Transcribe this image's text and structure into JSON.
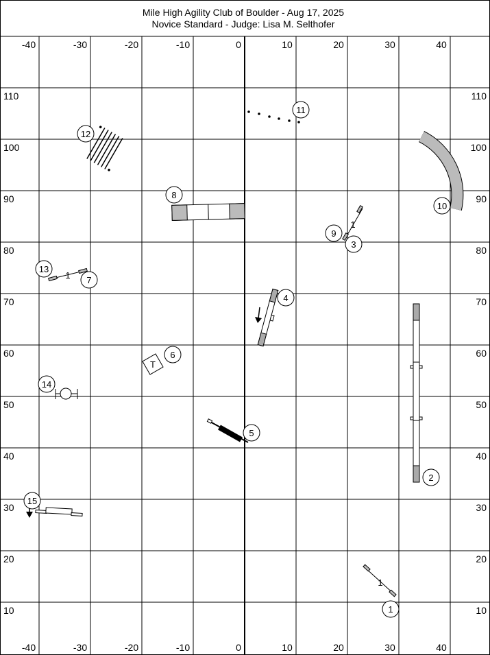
{
  "header": {
    "title_line1": "Mile High Agility Club of Boulder - Aug 17, 2025",
    "title_line2": "Novice Standard - Judge: Lisa M. Selthofer"
  },
  "axes": {
    "x_labels": [
      "-40",
      "-30",
      "-20",
      "-10",
      "0",
      "10",
      "20",
      "30",
      "40"
    ],
    "y_labels": [
      "110",
      "100",
      "90",
      "80",
      "70",
      "60",
      "50",
      "40",
      "30",
      "20",
      "10"
    ]
  },
  "numbers": [
    "1",
    "2",
    "3",
    "4",
    "5",
    "6",
    "7",
    "8",
    "9",
    "10",
    "11",
    "12",
    "13",
    "14",
    "15"
  ],
  "marks": {
    "table_letter": "T",
    "jump_spacing": "1"
  },
  "colors": {
    "grid": "#000000",
    "obstacle_fill": "#bbbbbb",
    "contact_zone": "#aaaaaa",
    "background": "#ffffff"
  }
}
